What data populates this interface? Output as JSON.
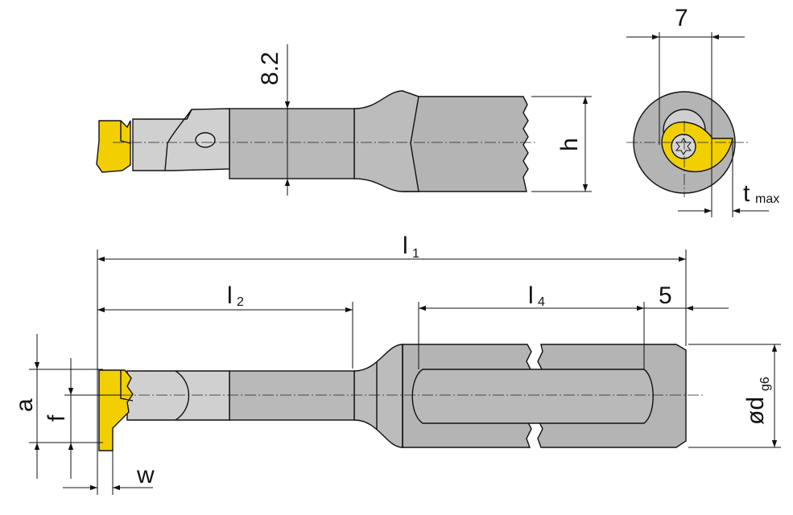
{
  "colors": {
    "body_gray": "#b9b9b9",
    "shank_gray": "#b4b4b4",
    "light_gray": "#d9d9d9",
    "insert_yellow": "#f2cf00",
    "ink": "#111111"
  },
  "top_view": {
    "dim_8_2": "8.2",
    "dim_h": "h"
  },
  "end_view": {
    "dim_7": "7",
    "dim_t": "t",
    "dim_t_sub": "max"
  },
  "side_view": {
    "dim_l1": "l",
    "dim_l1_sub": "1",
    "dim_l2": "l",
    "dim_l2_sub": "2",
    "dim_l4": "l",
    "dim_l4_sub": "4",
    "dim_5": "5",
    "dim_a": "a",
    "dim_f": "f",
    "dim_w": "w",
    "dim_d": "ød",
    "dim_d_sub": "g6"
  }
}
